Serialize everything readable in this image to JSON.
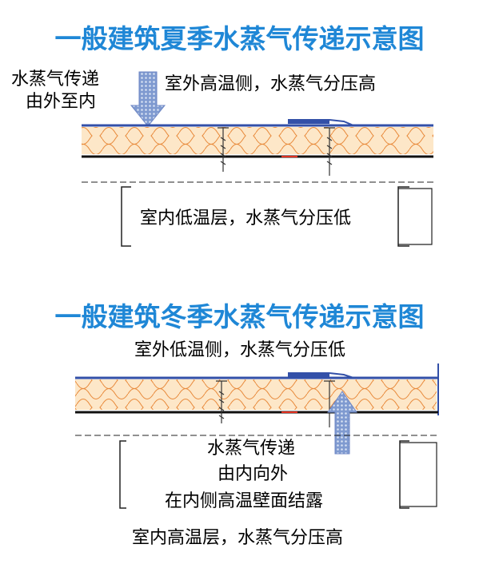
{
  "summer": {
    "title": "一般建筑夏季水蒸气传递示意图",
    "arrow_label": [
      "水蒸气传递",
      "由外至内"
    ],
    "outside_label": "室外高温侧，水蒸气分压高",
    "inside_label": "室内低温层，水蒸气分压低"
  },
  "winter": {
    "title": "一般建筑冬季水蒸气传递示意图",
    "outside_label": "室外低温侧，水蒸气分压低",
    "arrow_label": [
      "水蒸气传递",
      "由内向外",
      "在内侧高温壁面结露"
    ],
    "inside_label": "室内高温层，水蒸气分压高"
  },
  "colors": {
    "title": "#1f87d6",
    "panel_skin": "#3350a8",
    "insulation_fill": "#fde7c8",
    "insulation_wave": "#e8893a",
    "arrow": "#8aa4d6",
    "condensation": "#e0301f"
  },
  "icons": {
    "summer_arrow": "arrow-down-icon",
    "winter_arrow": "arrow-up-icon"
  }
}
